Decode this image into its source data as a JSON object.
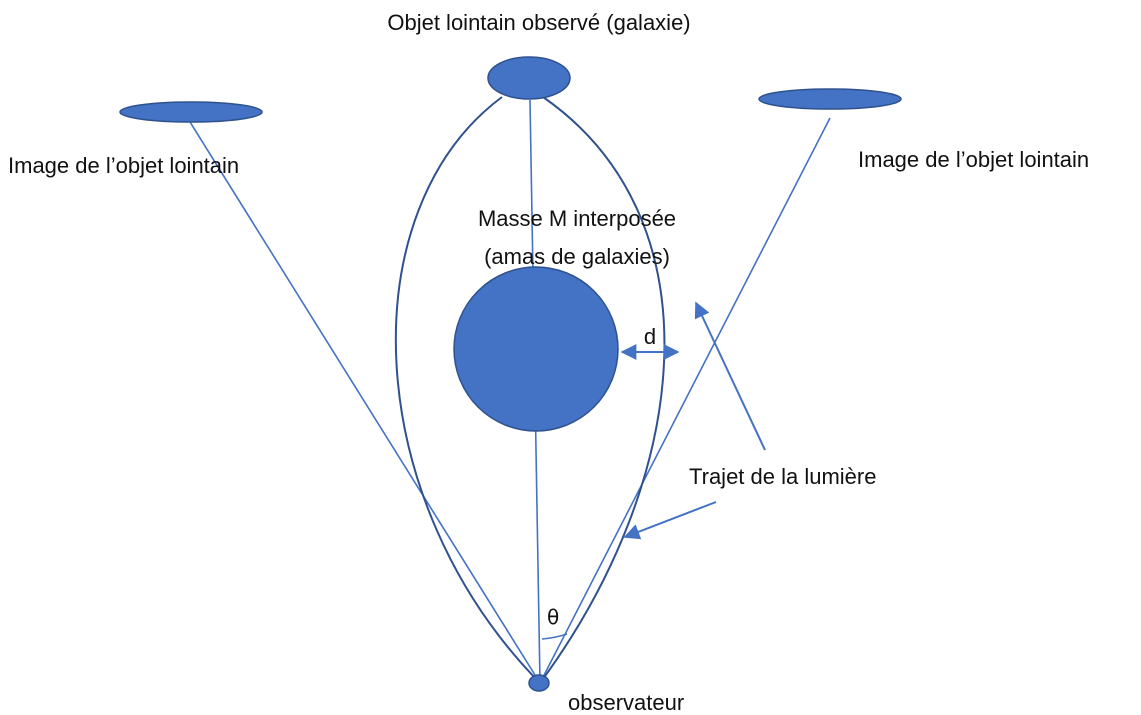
{
  "labels": {
    "source": "Objet lointain observé (galaxie)",
    "image_left": "Image de l’objet lointain",
    "image_right": "Image de l’objet lointain",
    "mass_line1": "Masse M interposée",
    "mass_line2": "(amas de galaxies)",
    "distance": "d",
    "light_path": "Trajet de la lumière",
    "angle": "θ",
    "observer": "observateur"
  },
  "colors": {
    "fill": "#4472c4",
    "outline": "#2f528f",
    "text": "#111111"
  }
}
